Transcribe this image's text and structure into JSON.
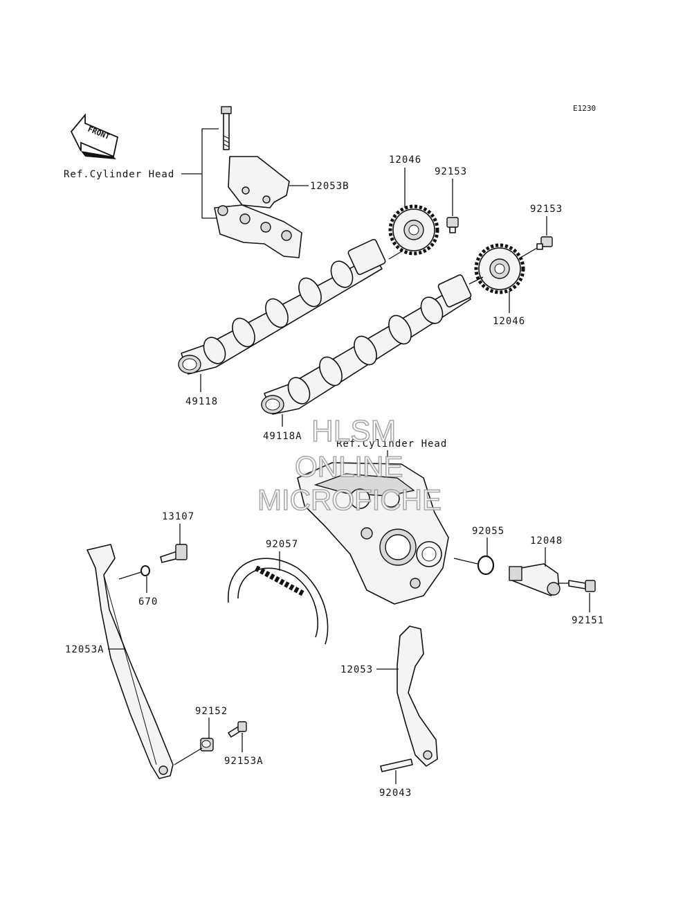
{
  "diagram_code": "E1230",
  "front_label": "FRONT",
  "ref_labels": {
    "cylinder_head_top": "Ref.Cylinder Head",
    "cylinder_head_mid": "Ref.Cylinder Head"
  },
  "watermark": {
    "line1": "HLSM",
    "line2": "ONLINE",
    "line3": "MICROFICHE"
  },
  "parts": {
    "p12053B": "12053B",
    "p12046_top": "12046",
    "p92153_left": "92153",
    "p92153_right": "92153",
    "p12046_right": "12046",
    "p49118": "49118",
    "p49118A": "49118A",
    "p13107": "13107",
    "p92057": "92057",
    "p670": "670",
    "p12053A": "12053A",
    "p92055": "92055",
    "p12048": "12048",
    "p92151": "92151",
    "p12053": "12053",
    "p92152": "92152",
    "p92153A": "92153A",
    "p92043": "92043"
  }
}
